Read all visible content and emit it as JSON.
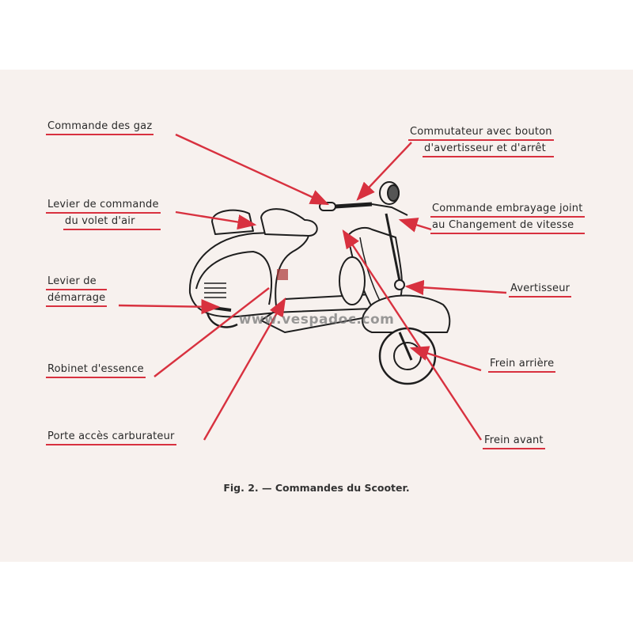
{
  "labels": {
    "throttle": "Commande des gaz",
    "choke_1": "Levier de commande",
    "choke_2": "du volet d'air",
    "kick_1": "Levier de",
    "kick_2": "démarrage",
    "fuel_tap": "Robinet d'essence",
    "carb_door": "Porte accès carburateur",
    "switch_1": "Commutateur avec bouton",
    "switch_2": "d'avertisseur et d'arrêt",
    "clutch_1": "Commande embrayage joint",
    "clutch_2": "au Changement de vitesse",
    "horn": "Avertisseur",
    "rear_brake": "Frein arrière",
    "front_brake": "Frein avant"
  },
  "caption": "Fig. 2. — Commandes du Scooter.",
  "watermark": "www.vespadoc.com",
  "colors": {
    "leader": "#d8313f",
    "paper": "#f7f1ee",
    "ink": "#222222"
  }
}
